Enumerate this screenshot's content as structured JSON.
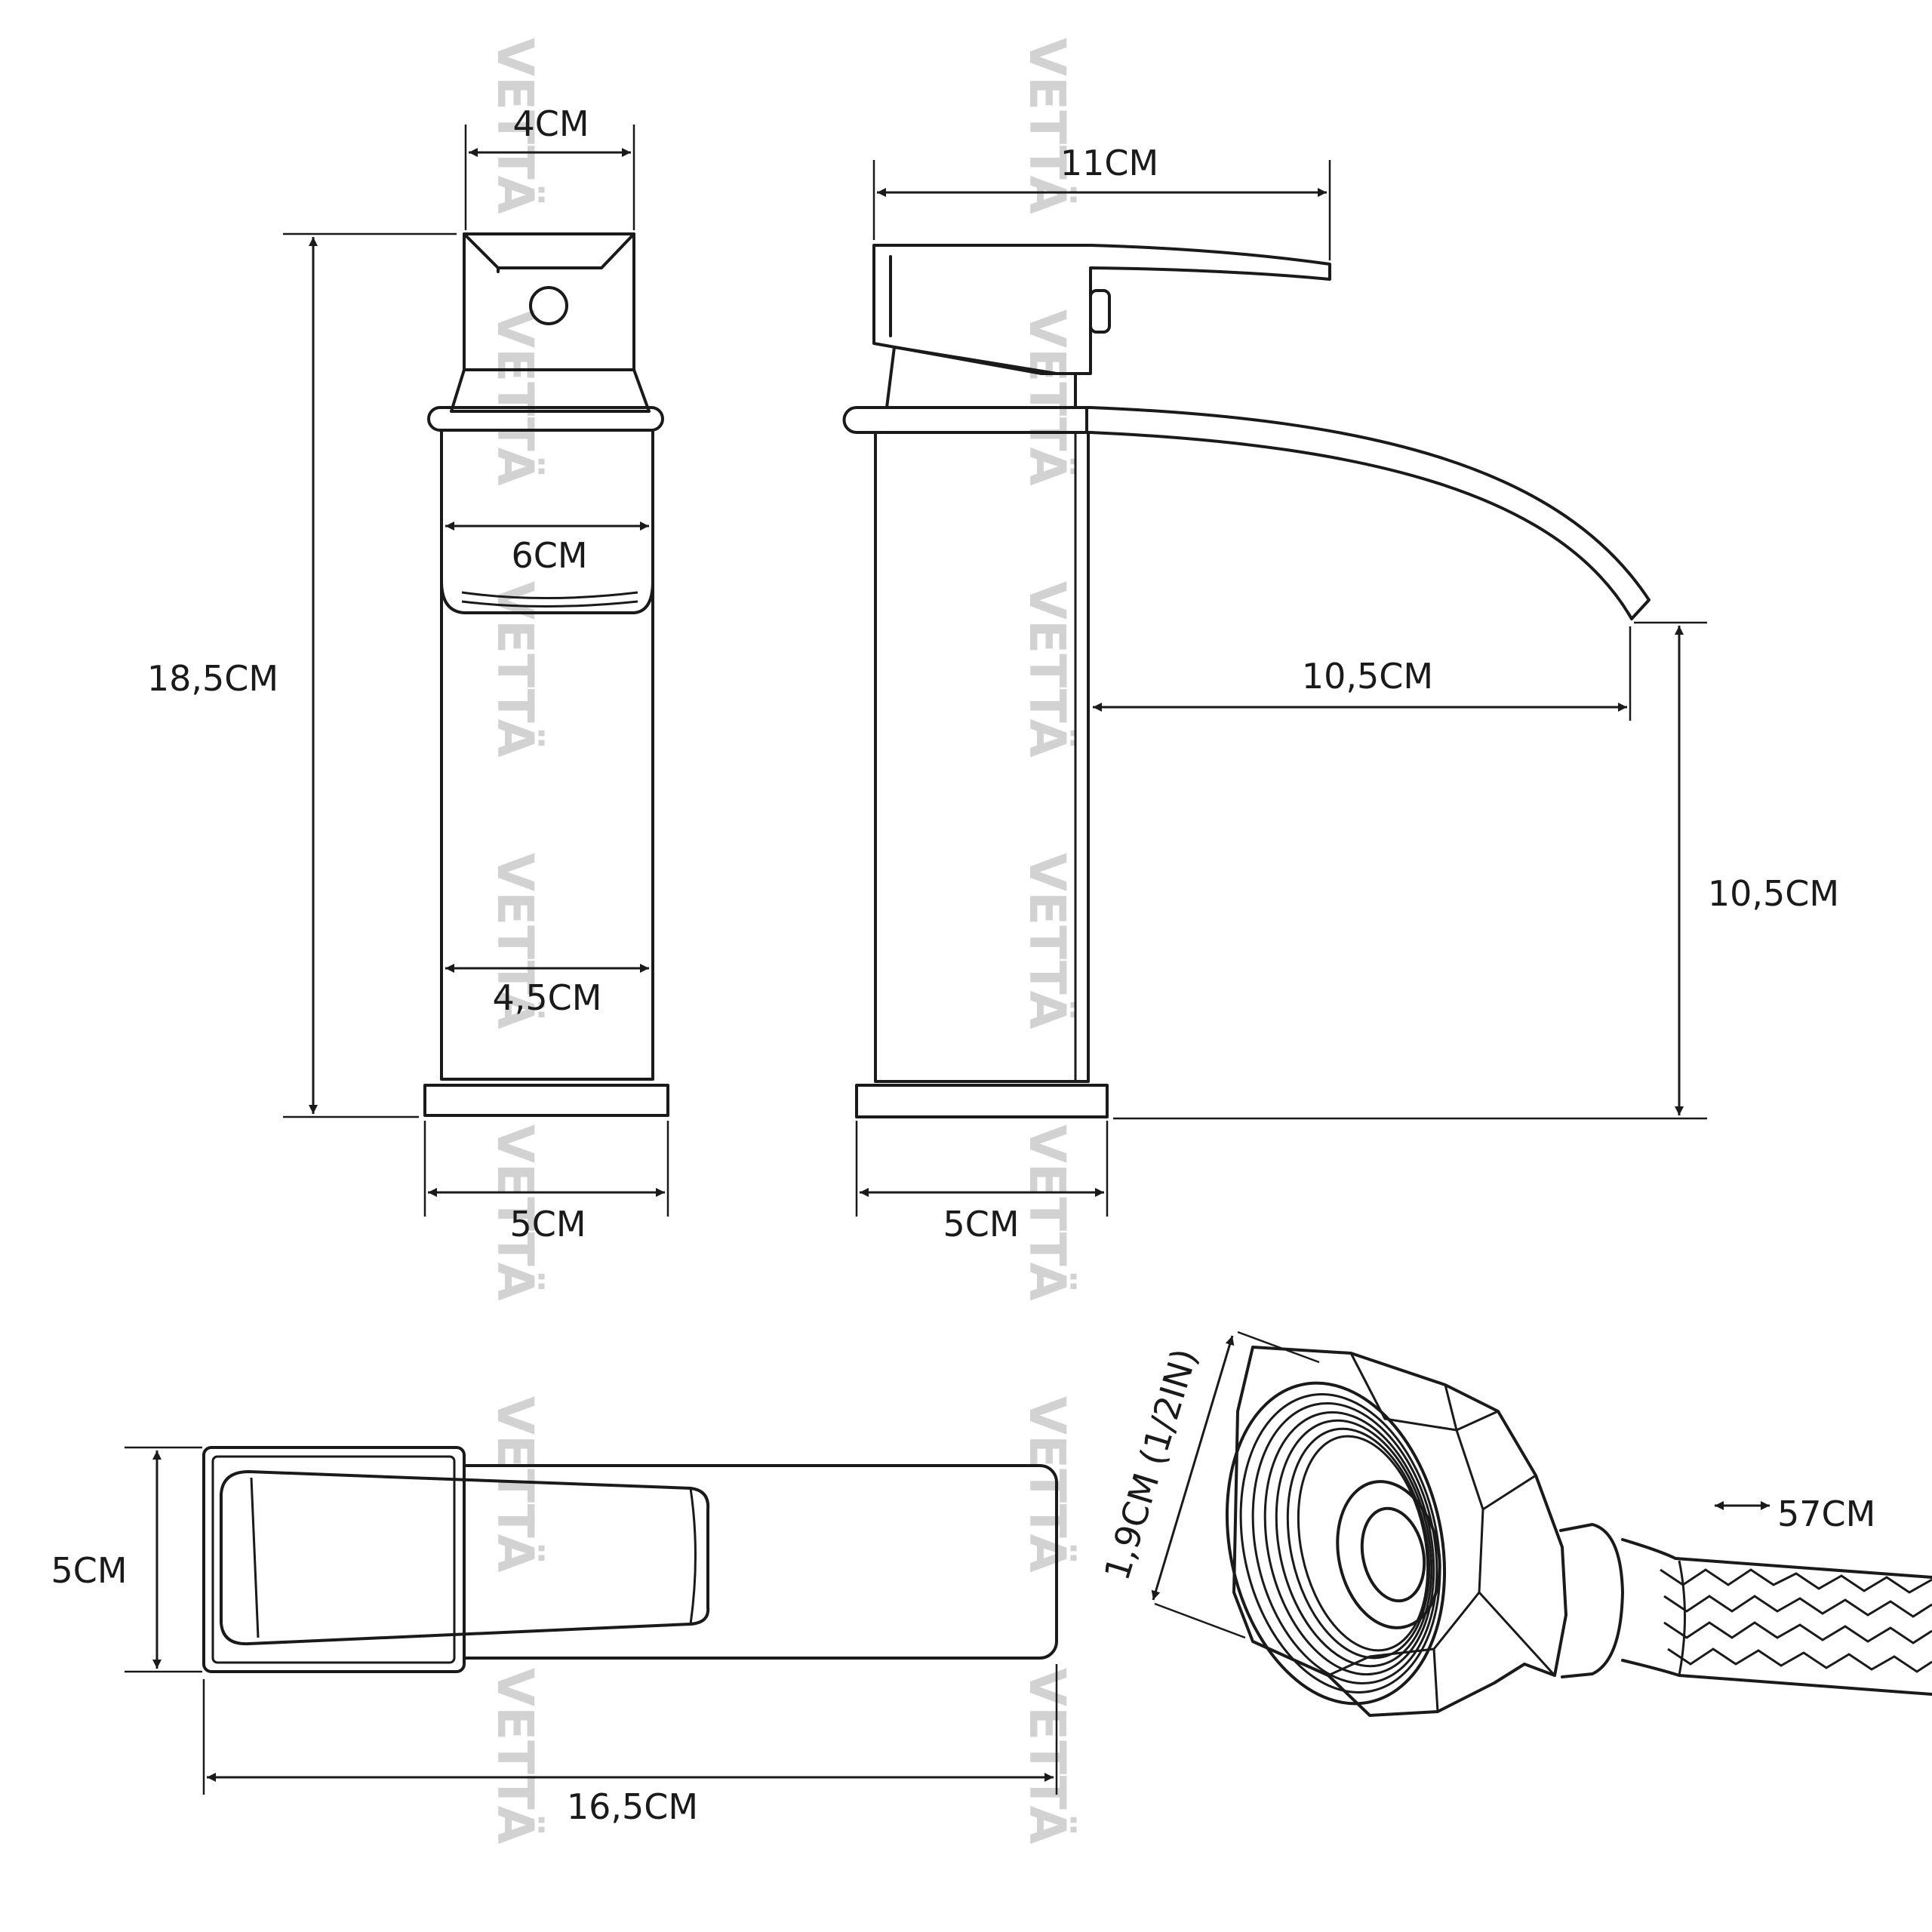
{
  "watermark": "VETTÄ",
  "labels": {
    "front_top_width": "4CM",
    "front_total_height": "18,5CM",
    "front_body_upper": "6CM",
    "front_body_lower": "4,5CM",
    "front_base": "5CM",
    "side_reach_top": "11CM",
    "side_spout_reach": "10,5CM",
    "side_spout_height": "10,5CM",
    "side_base": "5CM",
    "top_depth": "5CM",
    "top_length": "16,5CM",
    "hose_thread": "1,9CM (1/2IN)",
    "hose_length": "57CM"
  }
}
